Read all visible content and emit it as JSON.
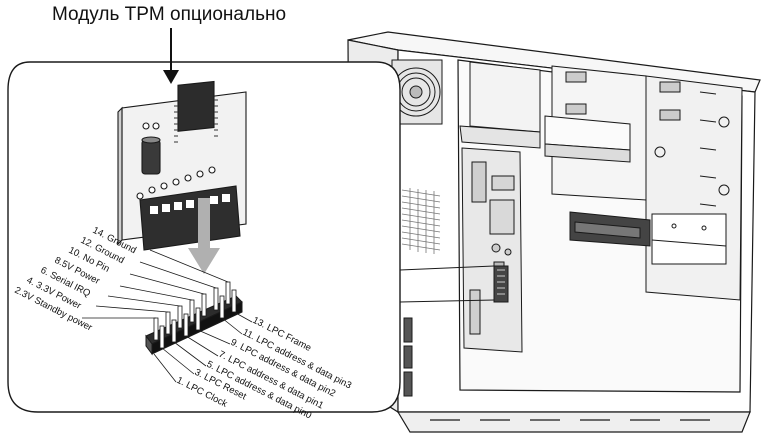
{
  "title": "Модуль TPM опционально",
  "pins_left": [
    "14. Ground",
    "12. Ground",
    "10. No Pin",
    "8.5V Power",
    "6. Serial IRQ",
    "4. 3.3V Power",
    "2.3V Standby power"
  ],
  "pins_right": [
    "13. LPC Frame",
    "11. LPC address & data pin3",
    "9. LPC address & data pin2",
    "7. LPC address & data pin1",
    "5. LPC address & data pin0",
    "3. LPC Reset",
    "1. LPC Clock"
  ],
  "colors": {
    "line": "#1a1a1a",
    "arrow": "#aaaaaa",
    "background": "#ffffff"
  }
}
